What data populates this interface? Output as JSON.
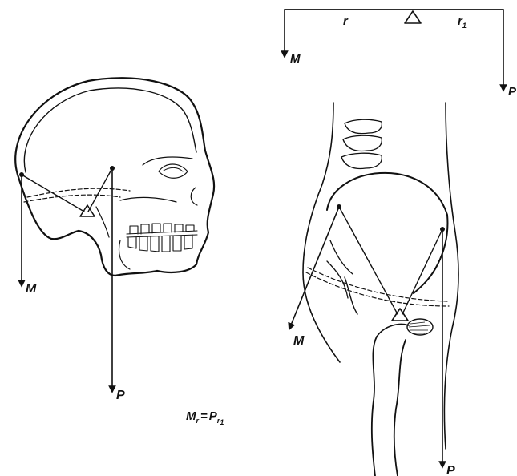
{
  "colors": {
    "ink": "#111111",
    "background": "#ffffff"
  },
  "lever": {
    "arm_left": "r",
    "arm_right": "r",
    "arm_right_sub": "1",
    "force_left": "M",
    "force_right": "P"
  },
  "head": {
    "muscle_force": "M",
    "load_force": "P"
  },
  "formula": {
    "m_base": "M",
    "m_sub": "r",
    "equals": "=",
    "p_base": "P",
    "p_sub": "r",
    "p_subsub": "1"
  },
  "hip": {
    "muscle_force": "M",
    "load_force": "P"
  }
}
